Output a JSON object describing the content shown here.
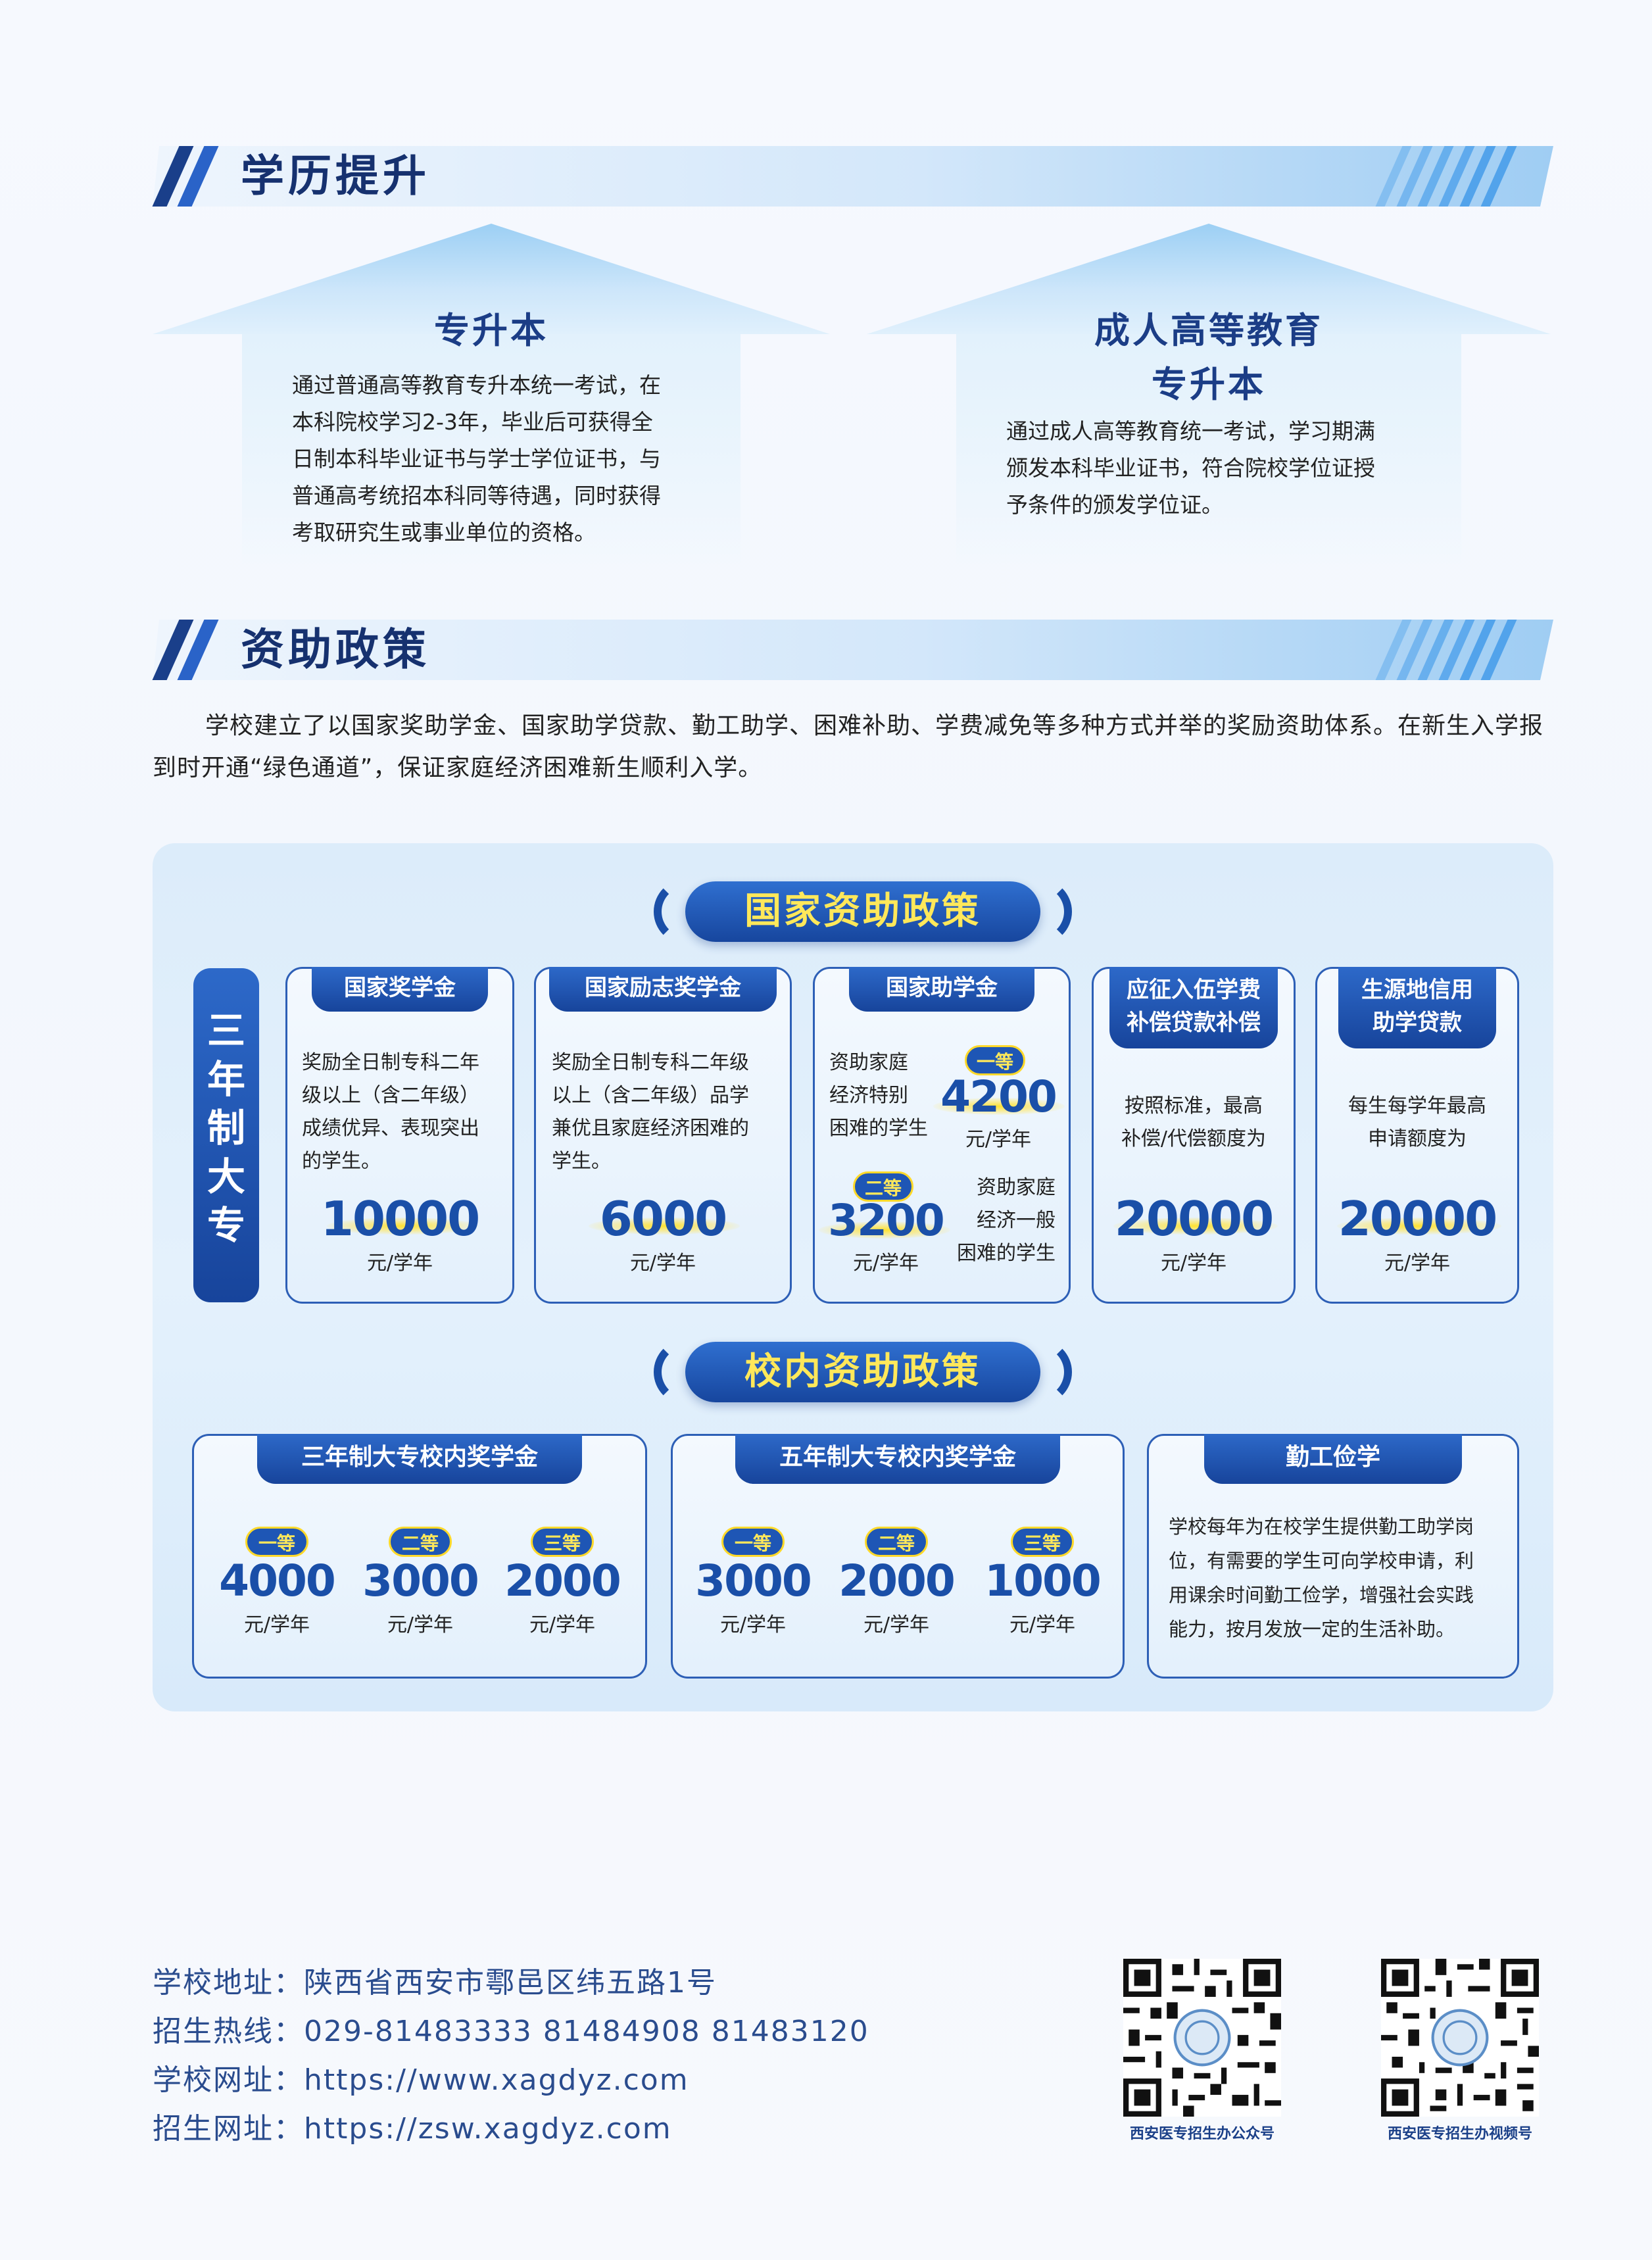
{
  "sections": {
    "education": {
      "title": "学历提升"
    },
    "aid": {
      "title": "资助政策"
    }
  },
  "upgrade": [
    {
      "title_lines": [
        "专升本"
      ],
      "lines": [
        "通过普通高等教育专升本统一考试，在",
        "本科院校学习2-3年，毕业后可获得全",
        "日制本科毕业证书与学士学位证书，与",
        "普通高考统招本科同等待遇，同时获得",
        "考取研究生或事业单位的资格。"
      ]
    },
    {
      "title_lines": [
        "成人高等教育",
        "专升本"
      ],
      "lines": [
        "通过成人高等教育统一考试，学习期满",
        "颁发本科毕业证书，符合院校学位证授",
        "予条件的颁发学位证。"
      ]
    }
  ],
  "intro": "学校建立了以国家奖助学金、国家助学贷款、勤工助学、困难补助、学费减免等多种方式并举的奖励资助体系。在新生入学报到时开通“绿色通道”，保证家庭经济困难新生顺利入学。",
  "national": {
    "heading": "国家资助政策",
    "side_tag": [
      "三",
      "年",
      "制",
      "大",
      "专"
    ],
    "cards": [
      {
        "tab": "国家奖学金",
        "lines": [
          "奖励全日制专科二年",
          "级以上（含二年级）",
          "成绩优异、表现突出",
          "的学生。"
        ],
        "amount": "10000",
        "unit": "元/学年"
      },
      {
        "tab": "国家励志奖学金",
        "lines": [
          "奖励全日制专科二年级",
          "以上（含二年级）品学",
          "兼优且家庭经济困难的",
          "学生。"
        ],
        "amount": "6000",
        "unit": "元/学年"
      },
      {
        "tab": "国家助学金",
        "first": {
          "rank": "一等",
          "amount": "4200",
          "unit": "元/学年",
          "lines": [
            "资助家庭",
            "经济特别",
            "困难的学生"
          ]
        },
        "second": {
          "rank": "二等",
          "amount": "3200",
          "unit": "元/学年",
          "lines": [
            "资助家庭",
            "经济一般",
            "困难的学生"
          ]
        }
      },
      {
        "tab_lines": [
          "应征入伍学费",
          "补偿贷款补偿"
        ],
        "lines": [
          "按照标准，最高",
          "补偿/代偿额度为"
        ],
        "amount": "20000",
        "unit": "元/学年"
      },
      {
        "tab_lines": [
          "生源地信用",
          "助学贷款"
        ],
        "lines": [
          "每生每学年最高",
          "申请额度为"
        ],
        "amount": "20000",
        "unit": "元/学年"
      }
    ]
  },
  "school": {
    "heading": "校内资助政策",
    "three_year": {
      "tab": "三年制大专校内奖学金",
      "items": [
        {
          "rank": "一等",
          "amount": "4000",
          "unit": "元/学年"
        },
        {
          "rank": "二等",
          "amount": "3000",
          "unit": "元/学年"
        },
        {
          "rank": "三等",
          "amount": "2000",
          "unit": "元/学年"
        }
      ]
    },
    "five_year": {
      "tab": "五年制大专校内奖学金",
      "items": [
        {
          "rank": "一等",
          "amount": "3000",
          "unit": "元/学年"
        },
        {
          "rank": "二等",
          "amount": "2000",
          "unit": "元/学年"
        },
        {
          "rank": "三等",
          "amount": "1000",
          "unit": "元/学年"
        }
      ]
    },
    "work_study": {
      "tab": "勤工俭学",
      "lines": [
        "学校每年为在校学生提供勤工助学岗",
        "位，有需要的学生可向学校申请，利",
        "用课余时间勤工俭学，增强社会实践",
        "能力，按月发放一定的生活补助。"
      ]
    }
  },
  "footer": {
    "address": "学校地址：陕西省西安市鄠邑区纬五路1号",
    "hotline": "招生热线：029-81483333  81484908  81483120",
    "website": "学校网址：https://www.xagdyz.com",
    "admission": "招生网址：https://zsw.xagdyz.com",
    "qr": [
      {
        "caption": "西安医专招生办公众号"
      },
      {
        "caption": "西安医专招生办视频号"
      }
    ]
  },
  "colors": {
    "navy": "#1a4fa8",
    "accent_yellow": "#ffe85a",
    "light_blue": "#dcecfa"
  }
}
